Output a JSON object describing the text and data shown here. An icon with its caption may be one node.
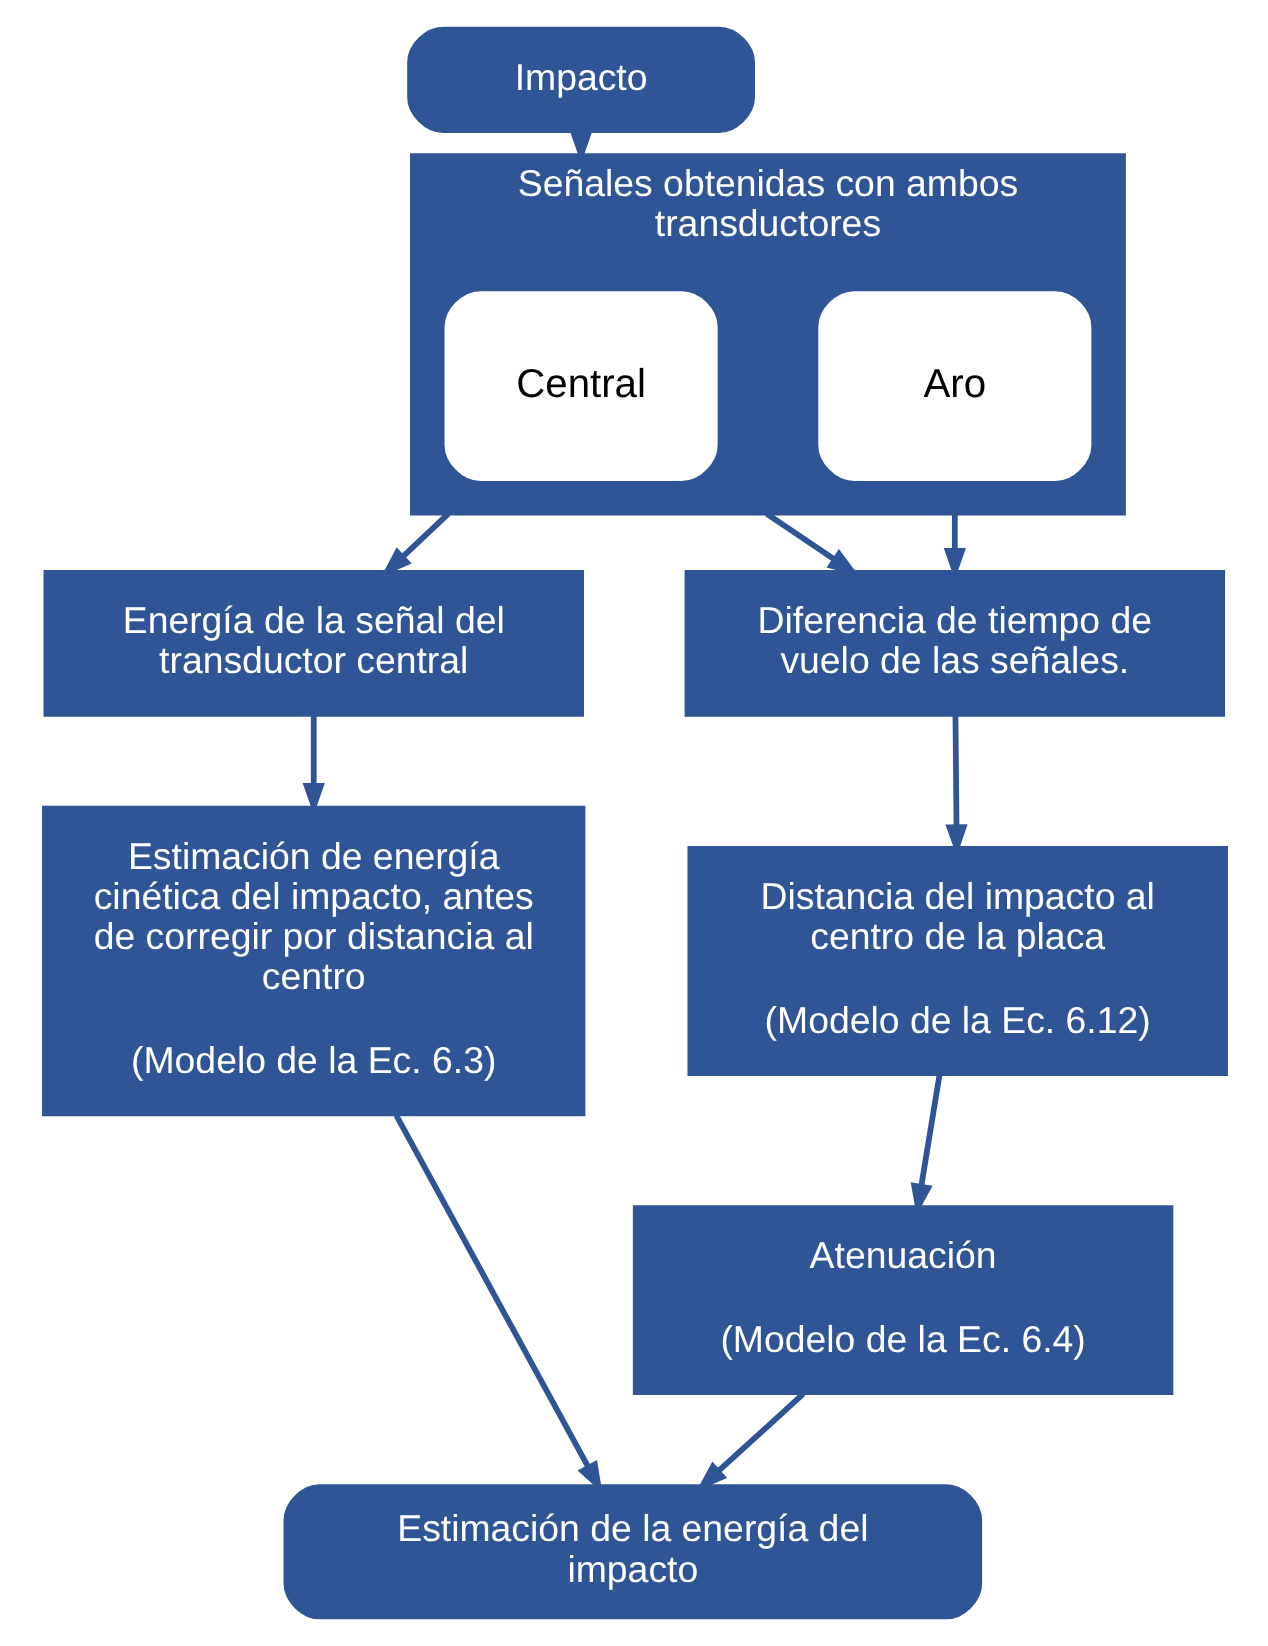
{
  "diagram": {
    "nodes": [
      {
        "text": [
          "Impacto"
        ]
      },
      {
        "text": [
          "Señales obtenidas con ambos transductores"
        ]
      },
      {
        "text": [
          "Central"
        ],
        "in": 1
      },
      {
        "text": [
          "Aro"
        ],
        "in": 1
      },
      {
        "text": [
          "Energía de la señal del transductor central"
        ]
      },
      {
        "text": [
          "Diferencia de tiempo de vuelo de las señales."
        ]
      },
      {
        "text": [
          "Estimación de energía cinética del impacto, antes de corregir por distancia al centro",
          "(Modelo de la Ec. 6.3)"
        ]
      },
      {
        "text": [
          "Distancia del impacto al centro de la placa",
          "(Modelo de la Ec. 6.12)"
        ]
      },
      {
        "text": [
          "Atenuación",
          "(Modelo de la Ec. 6.4)"
        ]
      },
      {
        "text": [
          "Estimación de la energía del impacto"
        ]
      }
    ],
    "edges": [
      {
        "from": 0,
        "to": 1,
        "arrow": "to"
      },
      {
        "from": 2,
        "to": 4,
        "arrow": "to"
      },
      {
        "from": 2,
        "to": 5,
        "arrow": "to"
      },
      {
        "from": 3,
        "to": 5,
        "arrow": "to"
      },
      {
        "from": 4,
        "to": 6,
        "arrow": "to"
      },
      {
        "from": 5,
        "to": 7,
        "arrow": "to"
      },
      {
        "from": 7,
        "to": 8,
        "arrow": "to"
      },
      {
        "from": 6,
        "to": 9,
        "arrow": "to"
      },
      {
        "from": 8,
        "to": 9,
        "arrow": "to"
      }
    ]
  }
}
